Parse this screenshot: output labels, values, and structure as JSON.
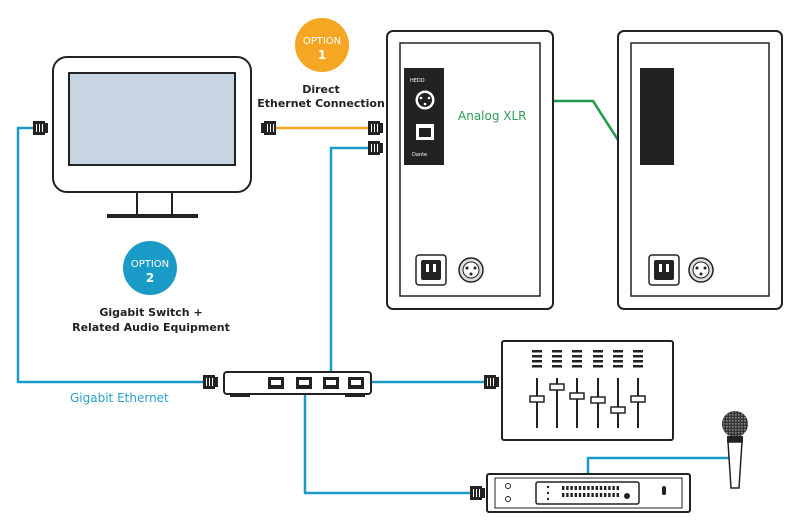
{
  "colors": {
    "orange": "#f5a623",
    "blue": "#1a9bc7",
    "green": "#1f9a4a",
    "line": "#222222",
    "screen": "#c7d4e1",
    "blue_text": "#2aa0d0",
    "green_text": "#2f9d55"
  },
  "option1": {
    "word": "OPTION",
    "number": "1",
    "line1": "Direct",
    "line2": "Ethernet Connection"
  },
  "option2": {
    "word": "OPTION",
    "number": "2",
    "line1": "Gigabit Switch +",
    "line2": "Related Audio Equipment"
  },
  "labels": {
    "analog_xlr": "Analog XLR",
    "gigabit_ethernet": "Gigabit Ethernet"
  },
  "module": {
    "brand": "HEDD",
    "logo": "Dante"
  },
  "icons": [
    "monitor-icon",
    "speaker-icon",
    "switch-icon",
    "mixer-icon",
    "rack-device-icon",
    "microphone-icon",
    "rj45-plug-icon",
    "xlr-connector-icon",
    "power-inlet-icon"
  ]
}
